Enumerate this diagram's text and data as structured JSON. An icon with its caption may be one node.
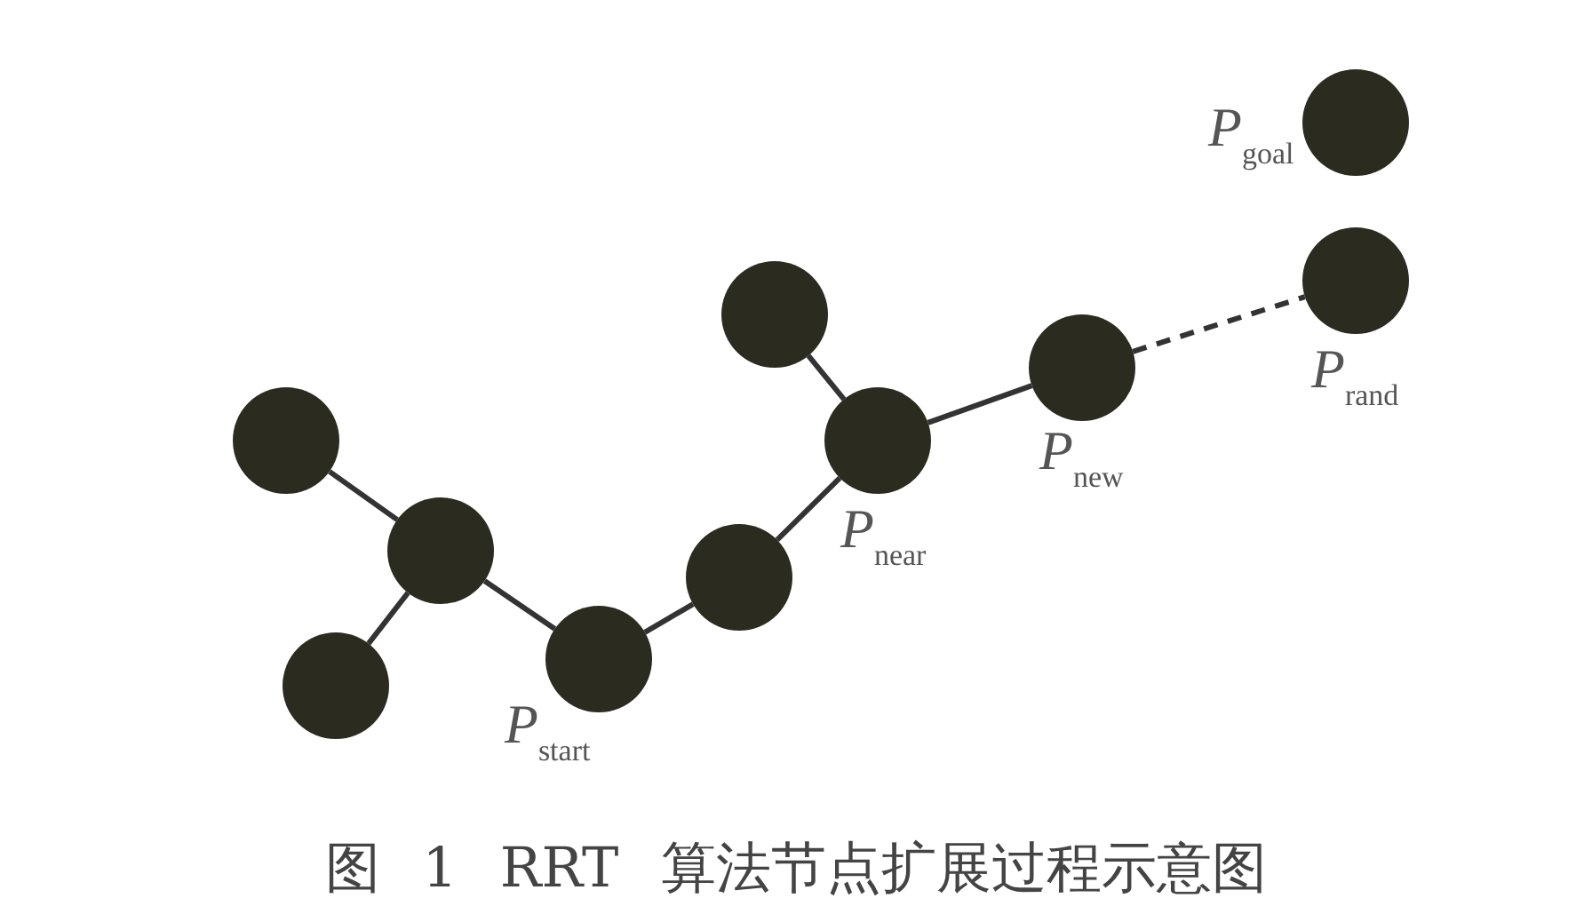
{
  "diagram": {
    "caption": "图 1 RRT 算法节点扩展过程示意图",
    "nodes": [
      {
        "text": [],
        "shape": "circle"
      },
      {
        "text": [],
        "shape": "circle"
      },
      {
        "text": [],
        "shape": "circle"
      },
      {
        "text": [],
        "shape": "circle",
        "beside": [
          "*P*$_{start}$"
        ]
      },
      {
        "text": [],
        "shape": "circle"
      },
      {
        "text": [],
        "shape": "circle"
      },
      {
        "text": [],
        "shape": "circle",
        "beside": [
          "*P*$_{near}$"
        ]
      },
      {
        "text": [],
        "shape": "circle",
        "beside": [
          "*P*$_{new}$"
        ]
      },
      {
        "text": [],
        "shape": "circle",
        "beside": [
          "*P*$_{goal}$"
        ]
      },
      {
        "text": [],
        "shape": "circle",
        "beside": [
          "*P*$_{rand}$"
        ]
      }
    ],
    "edges": [
      {
        "from": 0,
        "to": 2,
        "arrow": "none"
      },
      {
        "from": 2,
        "to": 1,
        "arrow": "none"
      },
      {
        "from": 2,
        "to": 3,
        "arrow": "none"
      },
      {
        "from": 3,
        "to": 4,
        "arrow": "none"
      },
      {
        "from": 4,
        "to": 6,
        "arrow": "none"
      },
      {
        "from": 5,
        "to": 6,
        "arrow": "none"
      },
      {
        "from": 6,
        "to": 7,
        "arrow": "none"
      },
      {
        "from": 7,
        "to": 9,
        "arrow": "none",
        "style": "dashed"
      }
    ]
  }
}
